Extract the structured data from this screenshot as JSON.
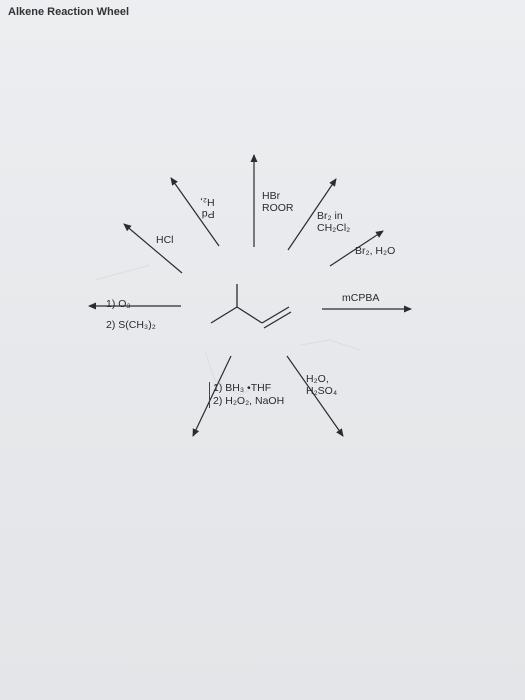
{
  "title": "Alkene Reaction Wheel",
  "molecule": {
    "name": "3-methyl-1-butene"
  },
  "reagents": {
    "h2_pd": {
      "line1": "H₂,",
      "line2": "Pd"
    },
    "hbr_roor": {
      "line1": "HBr",
      "line2": "ROOR"
    },
    "br2_ch2cl2": {
      "line1": "Br₂ in",
      "line2": "CH₂Cl₂"
    },
    "hcl": {
      "line1": "HCl"
    },
    "br2_h2o": {
      "line1": "Br₂, H₂O"
    },
    "ozonolysis": {
      "line1": "1) O₃",
      "line2": "2) S(CH₃)₂"
    },
    "mcpba": {
      "line1": "mCPBA"
    },
    "hydroboration": {
      "line1": "1) BH₃ •THF",
      "line2": "2) H₂O₂, NaOH"
    },
    "hydration": {
      "line1": "H₂O,",
      "line2": "H₂SO₄"
    }
  }
}
